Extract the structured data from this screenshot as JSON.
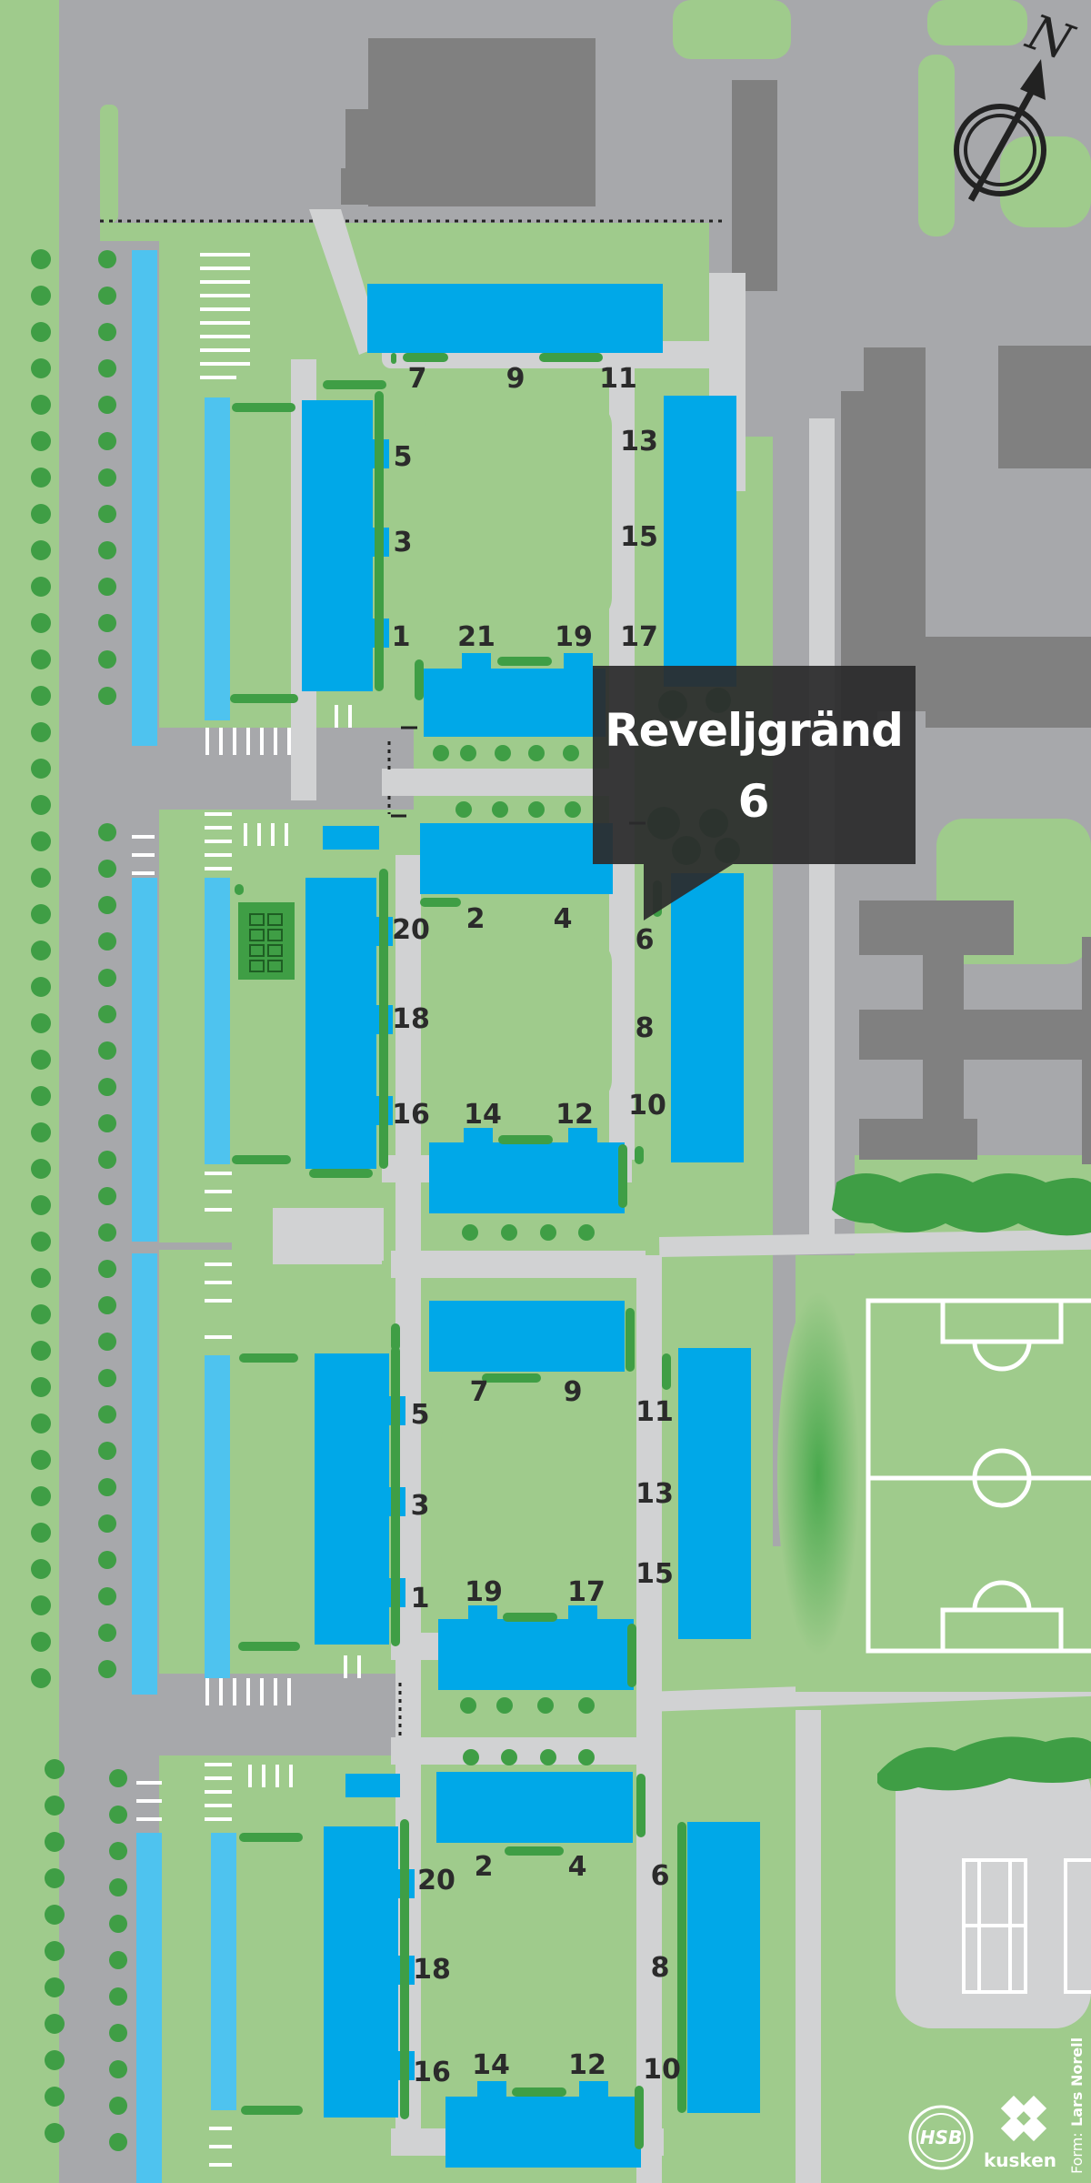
{
  "callout": {
    "street": "Reveljgränd",
    "number": "6"
  },
  "compass": {
    "label": "N"
  },
  "credit": {
    "prefix": "Form:",
    "name": "Lars Norell"
  },
  "brands": {
    "kusken": "kusken",
    "hsb": "HSB"
  },
  "colors": {
    "building": "#00a8e8",
    "garage": "#4ec3ef",
    "grass": "#9fcb8c",
    "road": "#a7a8ab",
    "path": "#d1d2d3",
    "neighbor_building": "#808080",
    "callout_bg": "#2b2b2c",
    "tree": "#3f9e45"
  },
  "house_numbers": {
    "block1": [
      "7",
      "9",
      "11",
      "5",
      "3",
      "1",
      "13",
      "15",
      "17",
      "21",
      "19"
    ],
    "block2": [
      "2",
      "4",
      "6",
      "20",
      "18",
      "16",
      "8",
      "10",
      "14",
      "12"
    ],
    "block3": [
      "7",
      "9",
      "11",
      "5",
      "3",
      "1",
      "13",
      "15",
      "19",
      "17"
    ],
    "block4": [
      "2",
      "4",
      "6",
      "20",
      "18",
      "16",
      "8",
      "10",
      "14",
      "12"
    ]
  }
}
